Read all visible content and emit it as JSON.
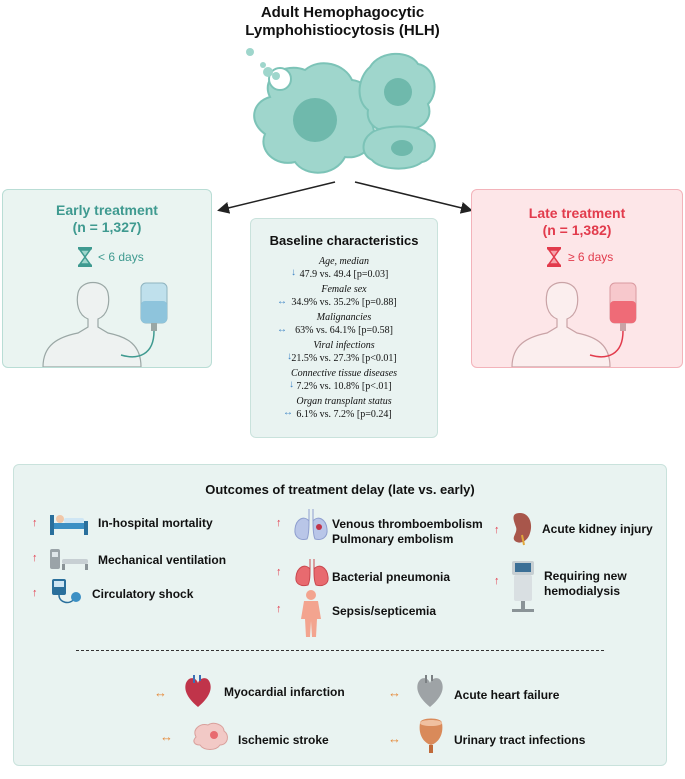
{
  "header": {
    "title_line1": "Adult Hemophagocytic",
    "title_line2": "Lymphohistiocytosis (HLH)"
  },
  "early": {
    "title": "Early treatment",
    "n": "(n = 1,327)",
    "duration": "< 6 days",
    "color": "#3f9a90"
  },
  "late": {
    "title": "Late treatment",
    "n": "(n = 1,382)",
    "duration": "≥ 6 days",
    "color": "#e23b4c"
  },
  "baseline": {
    "title": "Baseline characteristics",
    "items": [
      {
        "label": "Age, median",
        "value": "47.9 vs. 49.4 [p=0.03]",
        "trend": "down"
      },
      {
        "label": "Female sex",
        "value": "34.9% vs. 35.2% [p=0.88]",
        "trend": "same"
      },
      {
        "label": "Malignancies",
        "value": "63% vs. 64.1% [p=0.58]",
        "trend": "same"
      },
      {
        "label": "Viral infections",
        "value": "21.5% vs. 27.3% [p<0.01]",
        "trend": "down"
      },
      {
        "label": "Connective tissue diseases",
        "value": "7.2% vs. 10.8% [p<.01]",
        "trend": "down"
      },
      {
        "label": "Organ transplant status",
        "value": "6.1% vs. 7.2% [p=0.24]",
        "trend": "same"
      }
    ]
  },
  "outcomes": {
    "title": "Outcomes of treatment delay (late vs. early)",
    "increased": [
      {
        "label": "In-hospital mortality",
        "icon": "hospital-bed-icon"
      },
      {
        "label": "Mechanical ventilation",
        "icon": "ventilator-icon"
      },
      {
        "label": "Circulatory shock",
        "icon": "blood-pressure-icon"
      },
      {
        "label": "Venous thromboembolism",
        "label2": "Pulmonary embolism",
        "icon": "lungs-clot-icon"
      },
      {
        "label": "Bacterial pneumonia",
        "icon": "lungs-icon"
      },
      {
        "label": "Sepsis/septicemia",
        "icon": "body-icon"
      },
      {
        "label": "Acute kidney injury",
        "icon": "kidney-icon"
      },
      {
        "label": "Requiring new",
        "label2": "hemodialysis",
        "icon": "dialysis-machine-icon"
      }
    ],
    "no_difference": [
      {
        "label": "Myocardial infarction",
        "icon": "heart-icon"
      },
      {
        "label": "Acute heart failure",
        "icon": "heart-failure-icon"
      },
      {
        "label": "Ischemic stroke",
        "icon": "brain-icon"
      },
      {
        "label": "Urinary tract infections",
        "icon": "bladder-icon"
      }
    ]
  }
}
